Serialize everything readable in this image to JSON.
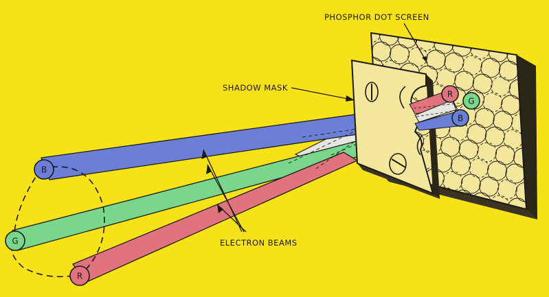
{
  "labels": {
    "phosphor_screen": "PHOSPHOR DOT SCREEN",
    "shadow_mask": "SHADOW MASK",
    "electron_beams": "ELECTRON BEAMS"
  },
  "guns": {
    "blue": "B",
    "green": "G",
    "red": "R"
  },
  "dots": {
    "red": "R",
    "green": "G",
    "blue": "B"
  },
  "colors": {
    "background": "#f7e21a",
    "blue_beam": "#6b7fd6",
    "green_beam": "#79d68a",
    "red_beam": "#e0737e",
    "convergence": "#e6e6e0",
    "panel": "#f4e69a",
    "line": "#1a1a1a"
  }
}
